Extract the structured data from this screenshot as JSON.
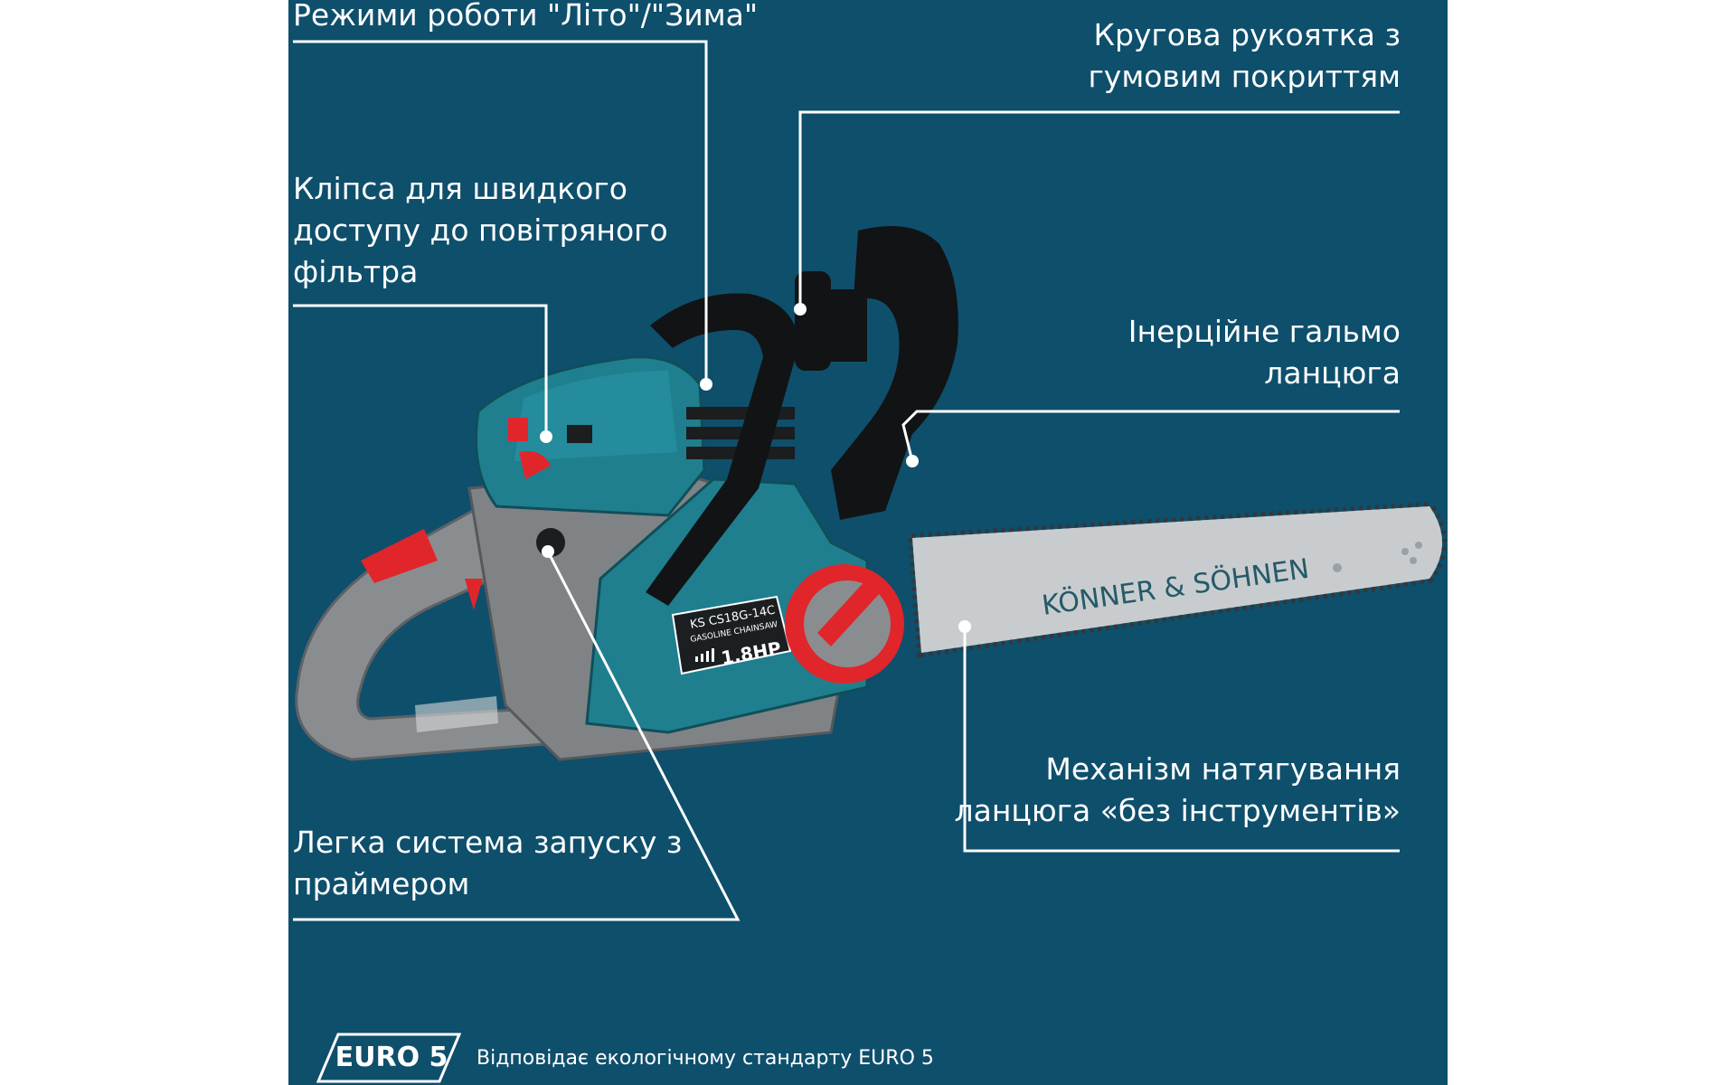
{
  "callouts": {
    "modes": {
      "lines": [
        "Режими роботи \"Літо\"/\"Зима\""
      ]
    },
    "handle": {
      "lines": [
        "Кругова рукоятка з",
        "гумовим покриттям"
      ]
    },
    "filter_clip": {
      "lines": [
        "Кліпса для швидкого",
        "доступу до повітряного",
        "фільтра"
      ]
    },
    "brake": {
      "lines": [
        "Інерційне гальмо",
        "ланцюга"
      ]
    },
    "tensioner": {
      "lines": [
        "Механізм натягування",
        "ланцюга «без інструментів»"
      ]
    },
    "start": {
      "lines": [
        "Легка система запуску з",
        "праймером"
      ]
    }
  },
  "product": {
    "brand": "KÖNNER & SÖHNEN",
    "model": "KS CS18G-14C",
    "type": "GASOLINE CHAINSAW",
    "power": "1.8HP"
  },
  "footer": {
    "badge": "EURO 5",
    "note": "Відповідає екологічному стандарту EURO 5"
  },
  "colors": {
    "background": "#0e4f6c",
    "body_teal": "#1f7f8f",
    "body_grey": "#8a8d90",
    "accent_red": "#e0262b",
    "handle_black": "#111111",
    "bar_silver": "#c9ccce"
  }
}
